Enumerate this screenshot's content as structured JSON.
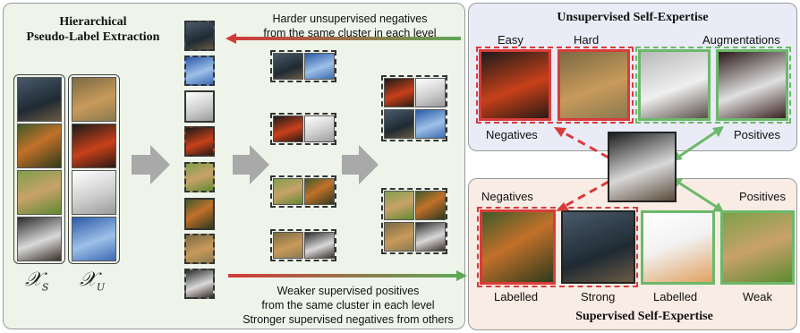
{
  "left_panel": {
    "title_line1": "Hierarchical",
    "title_line2": "Pseudo-Label Extraction",
    "top_note_line1": "Harder unsupervised negatives",
    "top_note_line2": "from the same cluster in each level",
    "bottom_note_line1": "Weaker supervised positives",
    "bottom_note_line2": "from the same cluster in each level",
    "bottom_note_line3": "Stronger supervised negatives from others",
    "x_s": "𝒳",
    "x_s_sub": "S",
    "x_u": "𝒳",
    "x_u_sub": "U"
  },
  "unsupervised": {
    "title": "Unsupervised Self-Expertise",
    "easy": "Easy",
    "hard": "Hard",
    "augmentations": "Augmentations",
    "negatives": "Negatives",
    "positives": "Positives"
  },
  "supervised": {
    "title": "Supervised Self-Expertise",
    "negatives": "Negatives",
    "positives": "Positives",
    "labelled_neg": "Labelled",
    "strong": "Strong",
    "labelled_pos": "Labelled",
    "weak": "Weak"
  },
  "colors": {
    "left_bg": "#eef4ea",
    "unsup_bg": "#e9ebf6",
    "sup_bg": "#f8ece4",
    "red": "#d93b3b",
    "green": "#6cb86a"
  }
}
